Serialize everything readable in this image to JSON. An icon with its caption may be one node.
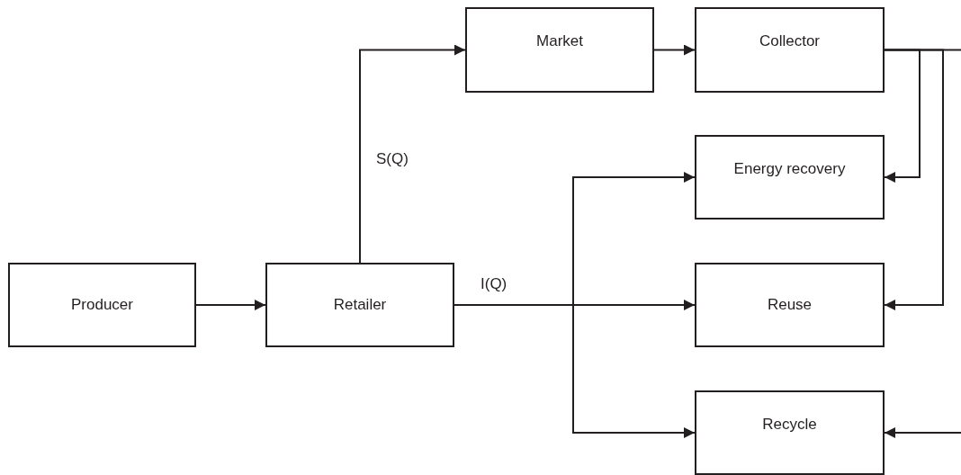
{
  "diagram": {
    "nodes": [
      {
        "text": [
          "Producer"
        ]
      },
      {
        "text": [
          "Retailer"
        ]
      },
      {
        "text": [
          "Market"
        ]
      },
      {
        "text": [
          "Collector"
        ]
      },
      {
        "text": [
          "Energy recovery"
        ]
      },
      {
        "text": [
          "Reuse"
        ]
      },
      {
        "text": [
          "Recycle"
        ]
      }
    ],
    "edges": [
      {
        "from": 0,
        "to": 1,
        "arrow": "to"
      },
      {
        "from": 1,
        "to": 2,
        "arrow": "to",
        "label": "S(Q)"
      },
      {
        "from": 2,
        "to": 3,
        "arrow": "to"
      },
      {
        "from": 3,
        "to": 4,
        "arrow": "to"
      },
      {
        "from": 3,
        "to": 5,
        "arrow": "to"
      },
      {
        "from": 3,
        "to": null,
        "arrow": "none"
      },
      {
        "from": null,
        "to": 6,
        "arrow": "to"
      },
      {
        "from": 1,
        "to": 4,
        "arrow": "to"
      },
      {
        "from": 1,
        "to": 5,
        "arrow": "to",
        "label": "I(Q)"
      },
      {
        "from": 1,
        "to": 6,
        "arrow": "to"
      }
    ]
  }
}
